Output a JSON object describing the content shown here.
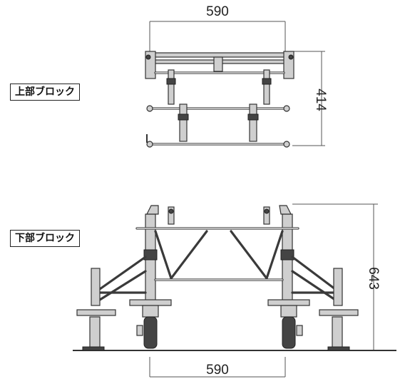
{
  "labels": {
    "upper_block": "上部ブロック",
    "lower_block": "下部ブロック"
  },
  "dimensions": {
    "upper_width": "590",
    "upper_height": "414",
    "lower_height": "643",
    "lower_width": "590"
  }
}
